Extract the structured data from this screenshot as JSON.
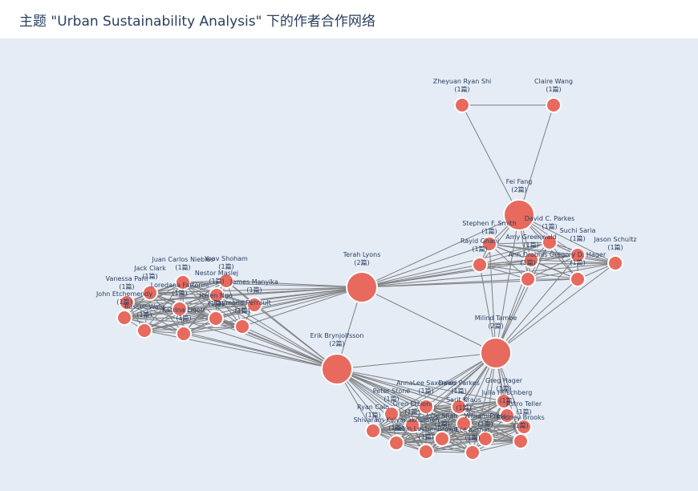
{
  "title": "主题 \"Urban Sustainability Analysis\" 下的作者合作网络",
  "colors": {
    "node": "#e8695d",
    "edge": "#7f7f7f",
    "background": "#e5ecf6",
    "text": "#2a3f5f"
  },
  "nodes": [
    {
      "id": "zhs",
      "name": "Zheyuan Ryan Shi",
      "count": "(1篇)"
    },
    {
      "id": "cw",
      "name": "Claire Wang",
      "count": "(1篇)"
    },
    {
      "id": "ff",
      "name": "Fei Fang",
      "count": "(2篇)"
    },
    {
      "id": "sfs",
      "name": "Stephen F. Smith",
      "count": "(1篇)"
    },
    {
      "id": "dcp",
      "name": "David C. Parkes",
      "count": "(1篇)"
    },
    {
      "id": "rg",
      "name": "Rayid Ghani",
      "count": "(1篇)"
    },
    {
      "id": "ag",
      "name": "Amy Greenwald",
      "count": "(1篇)"
    },
    {
      "id": "ss",
      "name": "Suchi Saria",
      "count": "(1篇)"
    },
    {
      "id": "js",
      "name": "Jason Schultz",
      "count": "(1篇)"
    },
    {
      "id": "ad",
      "name": "Ann Drobnis",
      "count": "(1篇)"
    },
    {
      "id": "gdh",
      "name": "Gregory D. Hager",
      "count": "(1篇)"
    },
    {
      "id": "tl",
      "name": "Terah Lyons",
      "count": "(2篇)"
    },
    {
      "id": "mt",
      "name": "Milind Tambe",
      "count": "(2篇)"
    },
    {
      "id": "eb",
      "name": "Erik Brynjolfsson",
      "count": "(2篇)"
    },
    {
      "id": "jcn",
      "name": "Juan Carlos Niebles",
      "count": "(1篇)"
    },
    {
      "id": "ysh",
      "name": "Yoav Shoham",
      "count": "(1篇)"
    },
    {
      "id": "jc",
      "name": "Jack Clark",
      "count": "(1篇)"
    },
    {
      "id": "nm",
      "name": "Nestor Maslej",
      "count": "(1篇)"
    },
    {
      "id": "vp",
      "name": "Vanessa Parli",
      "count": "(1篇)"
    },
    {
      "id": "lf",
      "name": "Loredana Fattorini",
      "count": "(1篇)"
    },
    {
      "id": "jm",
      "name": "James Manyika",
      "count": "(1篇)"
    },
    {
      "id": "je",
      "name": "John Etchemendy",
      "count": "(1篇)"
    },
    {
      "id": "hn",
      "name": "Helen Ngo",
      "count": "(1篇)"
    },
    {
      "id": "rp",
      "name": "Raymond Perrault",
      "count": "(1篇)"
    },
    {
      "id": "rw",
      "name": "Russell Wald",
      "count": "(1篇)"
    },
    {
      "id": "kl",
      "name": "Katrina Ligett",
      "count": "(1篇)"
    },
    {
      "id": "as",
      "name": "AnnaLee Saxenian",
      "count": "(1篇)"
    },
    {
      "id": "dp",
      "name": "David Parkes",
      "count": "(1篇)"
    },
    {
      "id": "gh",
      "name": "Greg Hager",
      "count": "(1篇)"
    },
    {
      "id": "ps",
      "name": "Peter Stone",
      "count": "(1篇)"
    },
    {
      "id": "jh",
      "name": "Julia Hirschberg",
      "count": "(1篇)"
    },
    {
      "id": "sk",
      "name": "Sarit Kraus",
      "count": "(1篇)"
    },
    {
      "id": "ae",
      "name": "Oren Etzioni",
      "count": "(1篇)"
    },
    {
      "id": "at",
      "name": "Astro Teller",
      "count": "(1篇)"
    },
    {
      "id": "rc",
      "name": "Ryan Calo",
      "count": "(1篇)"
    },
    {
      "id": "jsh",
      "name": "Julie Shah",
      "count": "(1篇)"
    },
    {
      "id": "wp",
      "name": "William Press",
      "count": "(1篇)"
    },
    {
      "id": "rb",
      "name": "Rodney Brooks",
      "count": "(1篇)"
    },
    {
      "id": "shk",
      "name": "Shivaram Kalyanakrishnan",
      "count": "(1篇)"
    },
    {
      "id": "kl2",
      "name": "Kevin Leyton-Brown",
      "count": "(1篇)"
    },
    {
      "id": "ek",
      "name": "Ece Kamar",
      "count": "(1篇)"
    }
  ]
}
